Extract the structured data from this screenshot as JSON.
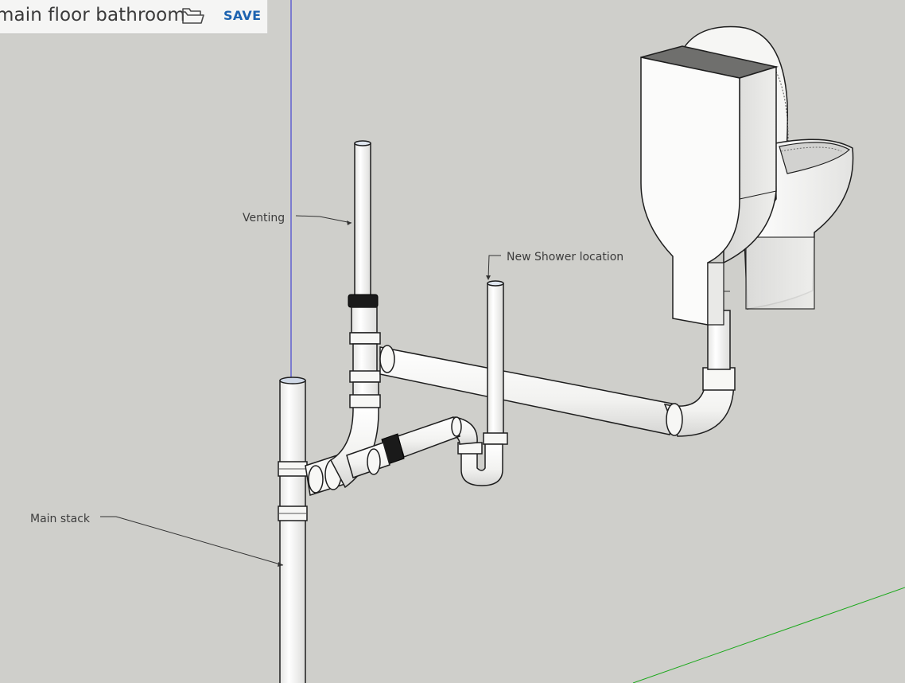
{
  "document": {
    "file_name": "main floor bathroom",
    "save_label": "SAVE"
  },
  "icons": {
    "open_folder": "folder-open-icon"
  },
  "annotations": {
    "venting": "Venting",
    "new_shower": "New Shower location",
    "main_stack": "Main stack"
  },
  "colors": {
    "canvas_background": "#cfcfcb",
    "pipe_fill": "#f7f7f5",
    "pipe_edge": "#1e1e1e",
    "coupling_dark": "#1a1a1a",
    "save_accent": "#1d63b0",
    "blue_axis": "#2a2ad0",
    "green_axis": "#1aa81a"
  }
}
